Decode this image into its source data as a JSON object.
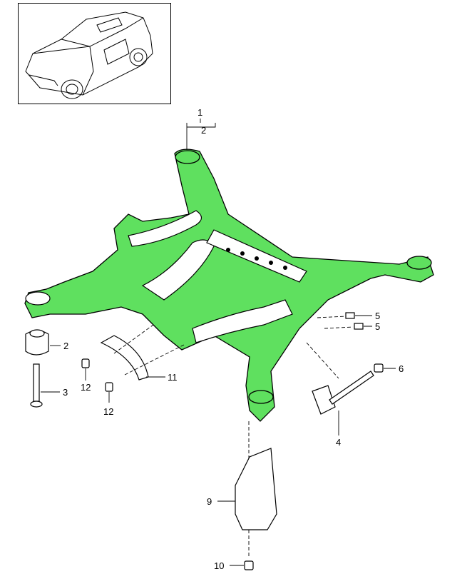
{
  "thumbnail": {
    "description_label": "vehicle-thumbnail"
  },
  "colors": {
    "frame": "#5fe05f",
    "outline": "#000000"
  },
  "callouts": {
    "c1": "1",
    "c2_top": "2",
    "c2": "2",
    "c3": "3",
    "c4": "4",
    "c5a": "5",
    "c5b": "5",
    "c6": "6",
    "c9": "9",
    "c10": "10",
    "c11": "11",
    "c12a": "12",
    "c12b": "12"
  }
}
